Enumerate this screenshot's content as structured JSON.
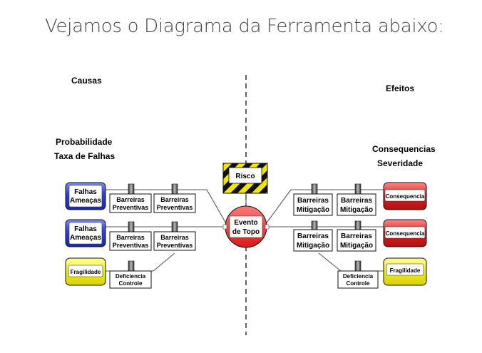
{
  "title": "Vejamos o Diagrama da Ferramenta abaixo:",
  "labels": {
    "causas": "Causas",
    "efeitos": "Efeitos",
    "probabilidade": "Probabilidade",
    "taxa_falhas": "Taxa de Falhas",
    "consequencias": "Consequencias",
    "severidade": "Severidade",
    "risco": "Risco",
    "evento_l1": "Evento",
    "evento_l2": "de Topo"
  },
  "left_boxes": {
    "falhas_l1": "Falhas",
    "falhas_l2": "Ameaças",
    "fragilidade": "Fragilidade"
  },
  "right_boxes": {
    "consequencia": "Consequencia",
    "fragilidade": "Fragilidade"
  },
  "barriers": {
    "prev_l1": "Barreiras",
    "prev_l2": "Preventivas",
    "mit_l1": "Barreiras",
    "mit_l2": "Mitigação",
    "def_l1": "Deficiencia",
    "def_l2": "Controle"
  },
  "colors": {
    "blue": "#2b3fd9",
    "red": "#e02020",
    "yellow": "#f2ee1e",
    "hazard_black": "#111111",
    "hazard_yellow": "#f5e400"
  }
}
